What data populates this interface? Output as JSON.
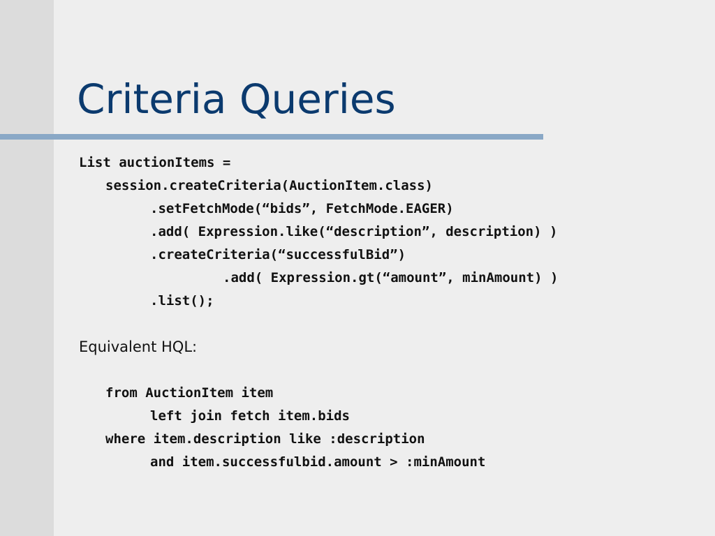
{
  "slide": {
    "title": "Criteria Queries",
    "criteria_code": [
      "List auctionItems =",
      "session.createCriteria(AuctionItem.class)",
      ".setFetchMode(“bids”, FetchMode.EAGER)",
      ".add( Expression.like(“description”, description) )",
      ".createCriteria(“successfulBid”)",
      ".add( Expression.gt(“amount”, minAmount) )",
      ".list();"
    ],
    "hql_heading": "Equivalent HQL:",
    "hql_code": [
      "from AuctionItem item",
      "left join fetch item.bids",
      "where item.description like :description",
      "and item.successfulbid.amount > :minAmount"
    ]
  }
}
